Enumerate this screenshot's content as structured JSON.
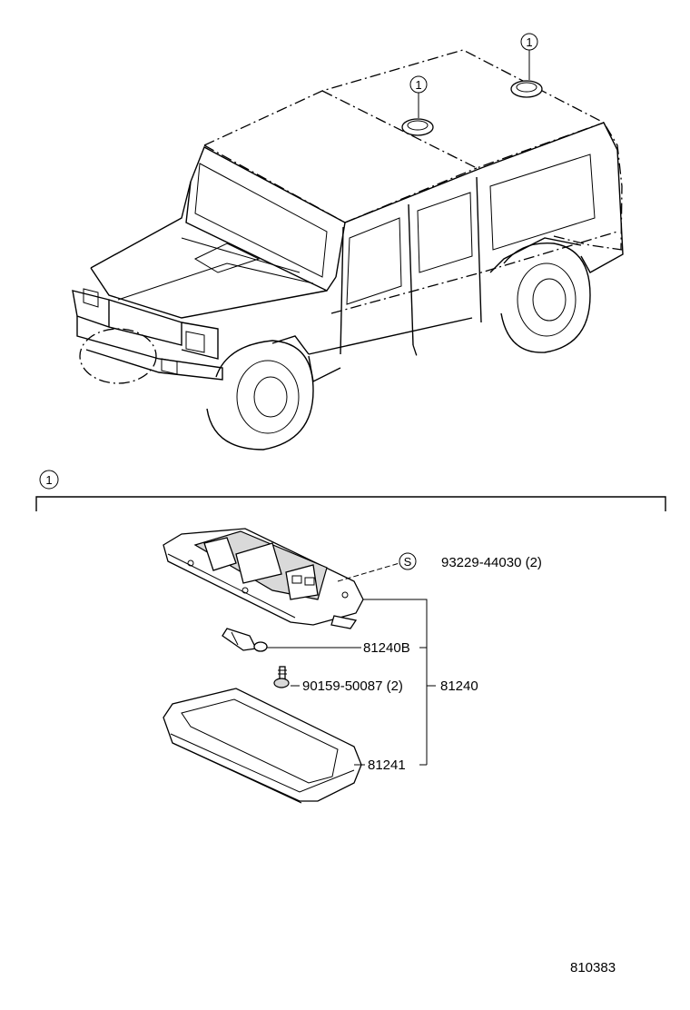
{
  "callouts": {
    "marker": "1",
    "section_marker": "1",
    "screw_symbol": "S"
  },
  "parts": {
    "screw_s": "93229-44030 (2)",
    "bulb": "81240B",
    "screw": "90159-50087 (2)",
    "assembly": "81240",
    "cover": "81241"
  },
  "footer": {
    "diagram_code": "810383"
  },
  "colors": {
    "ink": "#000000",
    "paper": "#ffffff",
    "shade": "#d9d9d9"
  }
}
